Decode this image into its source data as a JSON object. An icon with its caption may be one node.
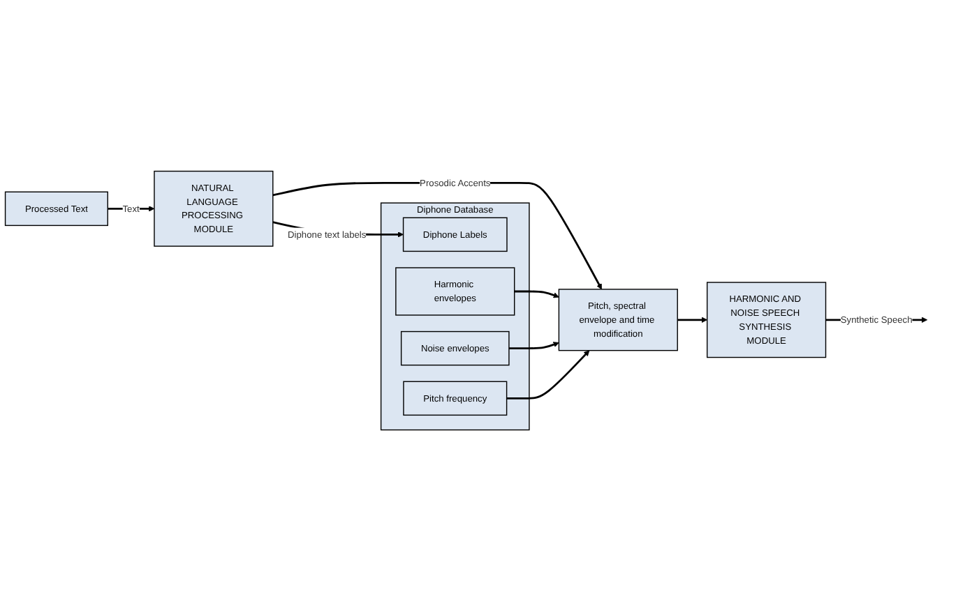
{
  "diagram": {
    "nodes": [
      {
        "text": [
          "Processed Text"
        ]
      },
      {
        "text": [
          "NATURAL LANGUAGE PROCESSING MODULE"
        ]
      },
      {
        "text": [
          "Diphone Database"
        ]
      },
      {
        "text": [
          "Diphone Labels"
        ],
        "in": 2
      },
      {
        "text": [
          "Harmonic envelopes"
        ],
        "in": 2
      },
      {
        "text": [
          "Noise envelopes"
        ],
        "in": 2
      },
      {
        "text": [
          "Pitch frequency"
        ],
        "in": 2
      },
      {
        "text": [
          "Pitch, spectral envelope and time modification"
        ]
      },
      {
        "text": [
          "HARMONIC AND NOISE SPEECH SYNTHESIS MODULE"
        ]
      }
    ],
    "edges": [
      {
        "from": 0,
        "to": 1,
        "arrow": "to",
        "label": "Text"
      },
      {
        "from": 1,
        "to": 3,
        "arrow": "to",
        "label": "Diphone text labels"
      },
      {
        "from": 1,
        "to": 7,
        "arrow": "to",
        "label": "Prosodic Accents"
      },
      {
        "from": 4,
        "to": 7,
        "arrow": "to"
      },
      {
        "from": 5,
        "to": 7,
        "arrow": "to"
      },
      {
        "from": 6,
        "to": 7,
        "arrow": "to"
      },
      {
        "from": 7,
        "to": 8,
        "arrow": "to"
      },
      {
        "from": 8,
        "to": null,
        "arrow": "to",
        "label": "Synthetic Speech"
      }
    ]
  }
}
